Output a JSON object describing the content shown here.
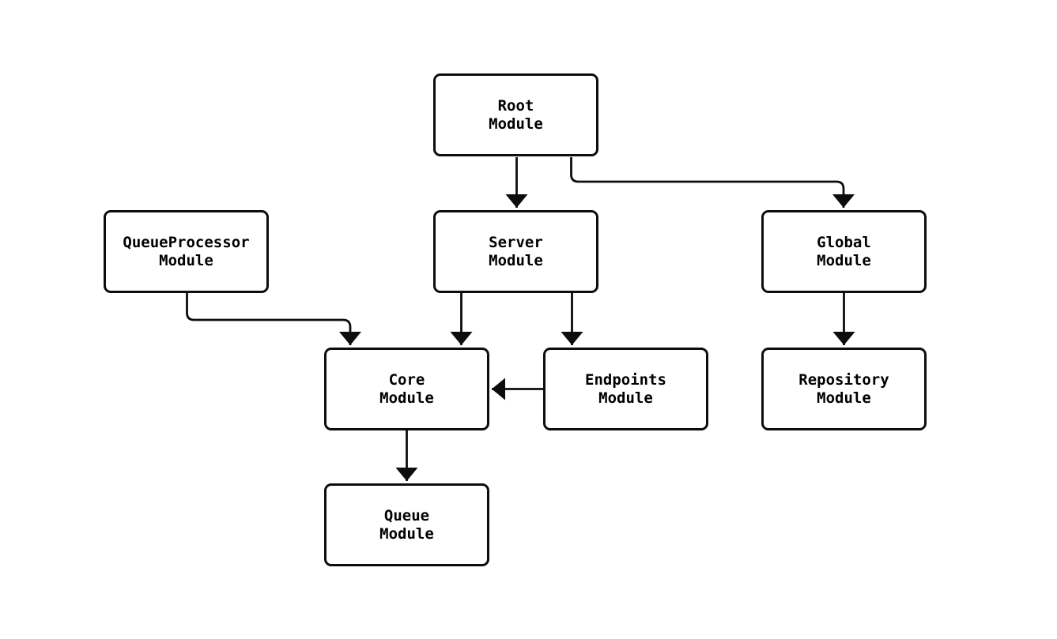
{
  "diagram": {
    "type": "module-dependency-flowchart",
    "background_color": "#ffffff",
    "node_fill_color": "#ffffff",
    "node_border_color": "#0d0d0d",
    "edge_color": "#0d0d0d",
    "text_color": "#000000",
    "nodes": [
      {
        "id": "root",
        "line1": "Root",
        "line2": "Module"
      },
      {
        "id": "queueprocessor",
        "line1": "QueueProcessor",
        "line2": "Module"
      },
      {
        "id": "server",
        "line1": "Server",
        "line2": "Module"
      },
      {
        "id": "global",
        "line1": "Global",
        "line2": "Module"
      },
      {
        "id": "core",
        "line1": "Core",
        "line2": "Module"
      },
      {
        "id": "endpoints",
        "line1": "Endpoints",
        "line2": "Module"
      },
      {
        "id": "repository",
        "line1": "Repository",
        "line2": "Module"
      },
      {
        "id": "queue",
        "line1": "Queue",
        "line2": "Module"
      }
    ],
    "edges": [
      {
        "from": "root",
        "to": "server"
      },
      {
        "from": "root",
        "to": "global"
      },
      {
        "from": "queueprocessor",
        "to": "core"
      },
      {
        "from": "server",
        "to": "core"
      },
      {
        "from": "server",
        "to": "endpoints"
      },
      {
        "from": "endpoints",
        "to": "core"
      },
      {
        "from": "global",
        "to": "repository"
      },
      {
        "from": "core",
        "to": "queue"
      }
    ]
  }
}
